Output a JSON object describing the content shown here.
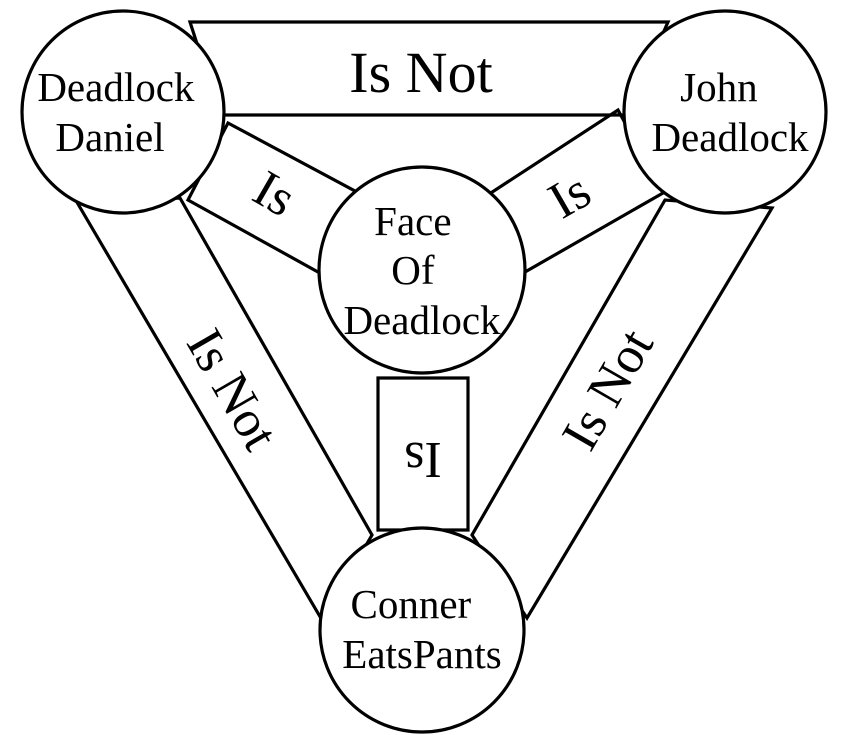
{
  "nodes": {
    "daniel": {
      "lines": [
        "Deadlock",
        "Daniel"
      ]
    },
    "john": {
      "lines": [
        "John",
        "Deadlock"
      ]
    },
    "conner": {
      "lines": [
        "Conner",
        "EatsPants"
      ]
    },
    "face": {
      "lines": [
        "Face",
        "Of",
        "Deadlock"
      ]
    }
  },
  "relations": {
    "daniel_john": "Is Not",
    "daniel_conner": "Is Not",
    "john_conner": "Is Not",
    "daniel_face": "Is",
    "john_face": "Is",
    "face_conner": "Is"
  },
  "colors": {
    "stroke": "#000000",
    "background": "#ffffff"
  }
}
